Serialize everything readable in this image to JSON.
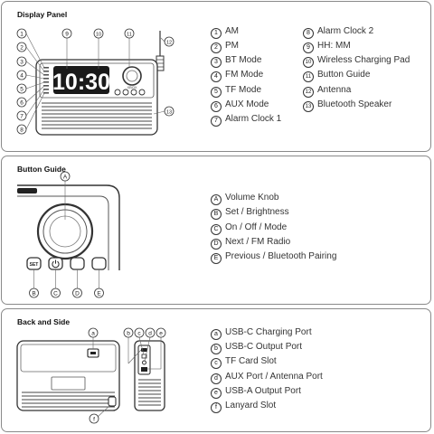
{
  "sections": {
    "display_panel": {
      "title": "Display Panel",
      "clock_digits": "10:30",
      "brand": "XBOX",
      "callouts": [
        "1",
        "2",
        "3",
        "4",
        "5",
        "6",
        "7",
        "8",
        "9",
        "10",
        "11",
        "12",
        "13"
      ],
      "items": [
        {
          "mark": "1",
          "label": "AM"
        },
        {
          "mark": "2",
          "label": "PM"
        },
        {
          "mark": "3",
          "label": "BT Mode"
        },
        {
          "mark": "4",
          "label": "FM Mode"
        },
        {
          "mark": "5",
          "label": "TF Mode"
        },
        {
          "mark": "6",
          "label": "AUX Mode"
        },
        {
          "mark": "7",
          "label": "Alarm Clock 1"
        },
        {
          "mark": "8",
          "label": "Alarm Clock 2"
        },
        {
          "mark": "9",
          "label": "HH: MM"
        },
        {
          "mark": "10",
          "label": "Wireless Charging Pad"
        },
        {
          "mark": "11",
          "label": "Button Guide"
        },
        {
          "mark": "12",
          "label": "Antenna"
        },
        {
          "mark": "13",
          "label": "Bluetooth Speaker"
        }
      ]
    },
    "button_guide": {
      "title": "Button Guide",
      "set_button_text": "SET",
      "callouts": [
        "A",
        "B",
        "C",
        "D",
        "E"
      ],
      "items": [
        {
          "mark": "A",
          "label": "Volume Knob"
        },
        {
          "mark": "B",
          "label": "Set / Brightness"
        },
        {
          "mark": "C",
          "label": "On / Off / Mode"
        },
        {
          "mark": "D",
          "label": "Next / FM Radio"
        },
        {
          "mark": "E",
          "label": "Previous / Bluetooth Pairing"
        }
      ]
    },
    "back_and_side": {
      "title": "Back and Side",
      "callouts": [
        "a",
        "b",
        "c",
        "d",
        "e",
        "f"
      ],
      "items": [
        {
          "mark": "a",
          "label": "USB-C Charging Port"
        },
        {
          "mark": "b",
          "label": "USB-C Output Port"
        },
        {
          "mark": "c",
          "label": "TF Card Slot"
        },
        {
          "mark": "d",
          "label": "AUX Port / Antenna Port"
        },
        {
          "mark": "e",
          "label": "USB-A Output Port"
        },
        {
          "mark": "f",
          "label": "Lanyard Slot"
        }
      ]
    }
  }
}
